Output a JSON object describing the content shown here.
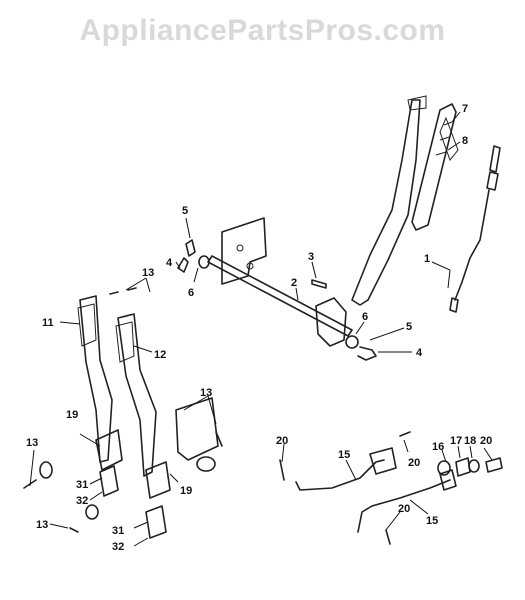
{
  "watermark": "AppliancePartsPros.com",
  "callouts": [
    {
      "id": "c1",
      "text": "1"
    },
    {
      "id": "c2",
      "text": "2"
    },
    {
      "id": "c3",
      "text": "3"
    },
    {
      "id": "c4a",
      "text": "4"
    },
    {
      "id": "c4b",
      "text": "4"
    },
    {
      "id": "c5a",
      "text": "5"
    },
    {
      "id": "c5b",
      "text": "5"
    },
    {
      "id": "c6a",
      "text": "6"
    },
    {
      "id": "c6b",
      "text": "6"
    },
    {
      "id": "c7",
      "text": "7"
    },
    {
      "id": "c8",
      "text": "8"
    },
    {
      "id": "c11",
      "text": "11"
    },
    {
      "id": "c12",
      "text": "12"
    },
    {
      "id": "c13a",
      "text": "13"
    },
    {
      "id": "c13b",
      "text": "13"
    },
    {
      "id": "c13c",
      "text": "13"
    },
    {
      "id": "c13d",
      "text": "13"
    },
    {
      "id": "c15a",
      "text": "15"
    },
    {
      "id": "c15b",
      "text": "15"
    },
    {
      "id": "c16",
      "text": "16"
    },
    {
      "id": "c17",
      "text": "17"
    },
    {
      "id": "c18",
      "text": "18"
    },
    {
      "id": "c19a",
      "text": "19"
    },
    {
      "id": "c19b",
      "text": "19"
    },
    {
      "id": "c20a",
      "text": "20"
    },
    {
      "id": "c20b",
      "text": "20"
    },
    {
      "id": "c20c",
      "text": "20"
    },
    {
      "id": "c20d",
      "text": "20"
    },
    {
      "id": "c31a",
      "text": "31"
    },
    {
      "id": "c31b",
      "text": "31"
    },
    {
      "id": "c32a",
      "text": "32"
    },
    {
      "id": "c32b",
      "text": "32"
    }
  ]
}
